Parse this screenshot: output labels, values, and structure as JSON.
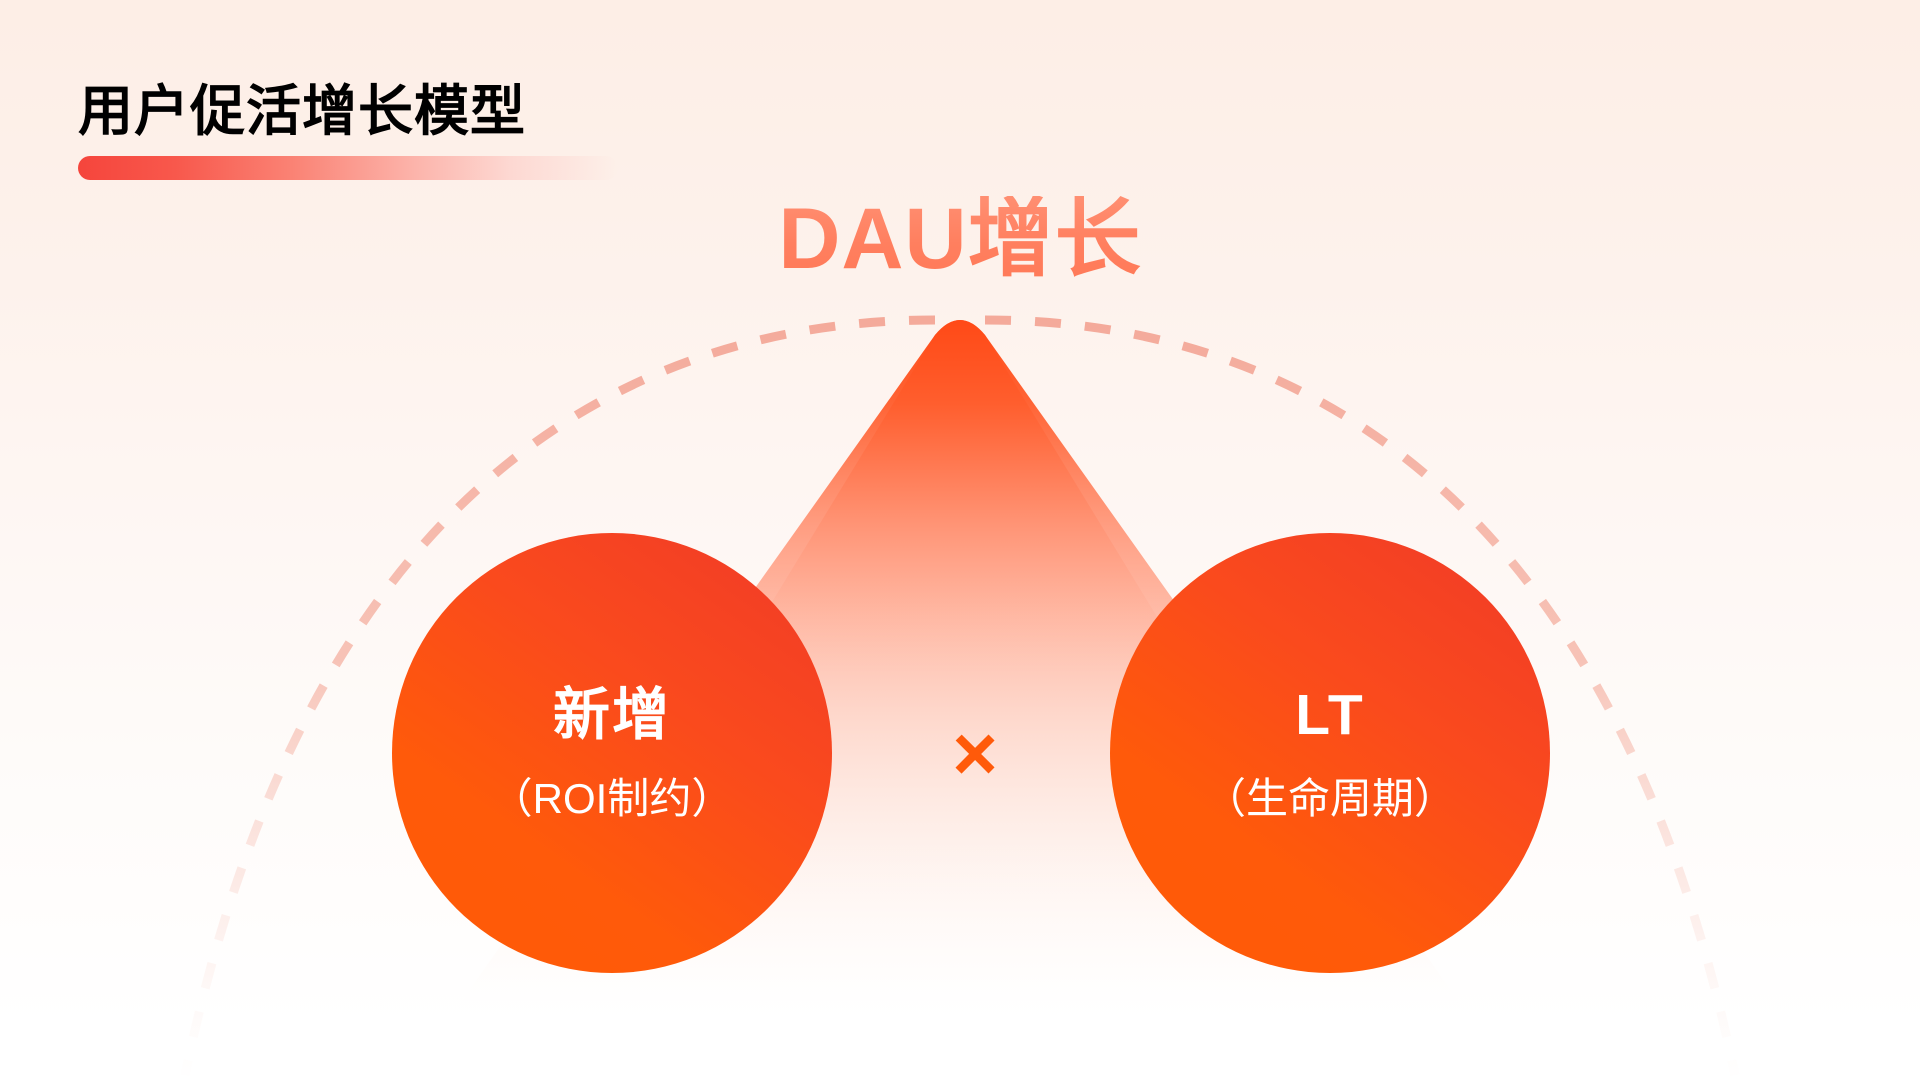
{
  "page": {
    "title": "用户促活增长模型",
    "background_top_color": "#FDEEE6",
    "background_bottom_color": "#FFFFFF",
    "accent_color": "#FF5A0A",
    "title_bar_color": "#F5453C"
  },
  "heading": {
    "text": "DAU增长",
    "color": "#FF7F5F"
  },
  "formula": {
    "operator": "×",
    "operator_color": "#FF5A0A",
    "terms": [
      {
        "id": "new-users",
        "label": "新增",
        "sublabel": "（ROI制约）",
        "fill_from": "#FF5A05",
        "fill_to": "#F03A28"
      },
      {
        "id": "lifetime",
        "label": "LT",
        "sublabel": "（生命周期）",
        "fill_from": "#FF5A05",
        "fill_to": "#F03A28"
      }
    ]
  },
  "decor": {
    "mountain_color_top": "#FF4A17",
    "mountain_color_bottom": "#FFF6F2",
    "arc_color": "#F7A898",
    "arc_style": "dashed"
  }
}
